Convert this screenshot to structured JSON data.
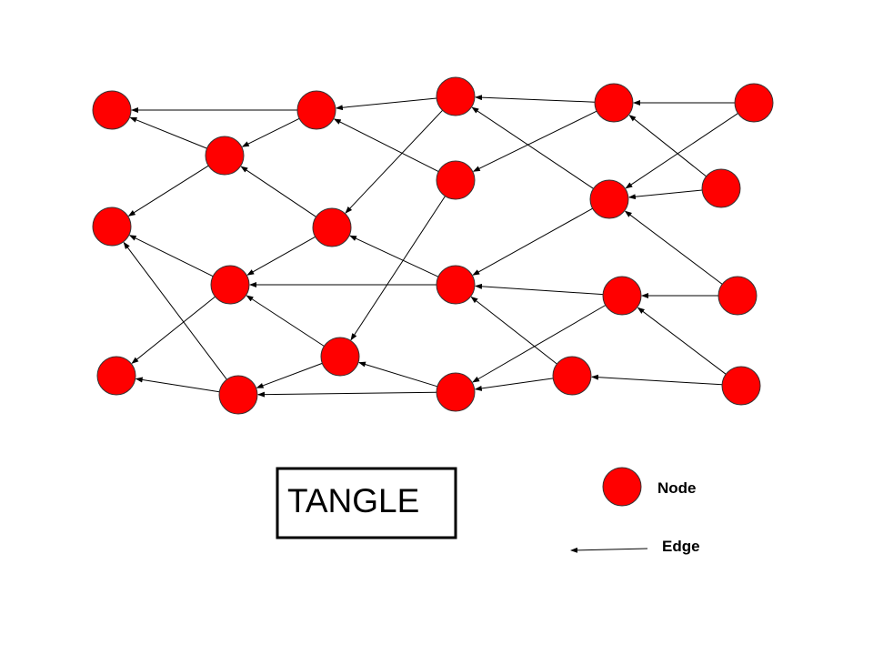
{
  "title": "TANGLE",
  "legend": {
    "node_label": "Node",
    "edge_label": "Edge"
  },
  "colors": {
    "node_fill": "#ff0000",
    "edge": "#000000"
  },
  "nodes": [
    "n1",
    "n2",
    "n3",
    "n4",
    "n5",
    "n6",
    "n7",
    "n8",
    "n9",
    "n10",
    "n11",
    "n12",
    "n13",
    "n14",
    "n15",
    "n16",
    "n17",
    "n18",
    "n19",
    "n20",
    "n21",
    "n22",
    "n23"
  ],
  "edges": [
    [
      "n2",
      "n1"
    ],
    [
      "n2",
      "n3"
    ],
    [
      "n3",
      "n1"
    ],
    [
      "n3",
      "n4"
    ],
    [
      "n5",
      "n2"
    ],
    [
      "n5",
      "n7"
    ],
    [
      "n6",
      "n3"
    ],
    [
      "n6",
      "n2"
    ],
    [
      "n7",
      "n4"
    ],
    [
      "n7",
      "n8"
    ],
    [
      "n8",
      "n6"
    ],
    [
      "n8",
      "n7"
    ],
    [
      "n9",
      "n5"
    ],
    [
      "n10",
      "n6"
    ],
    [
      "n11",
      "n7"
    ],
    [
      "n10",
      "n5"
    ],
    [
      "n5",
      "n16"
    ],
    [
      "n12",
      "n8"
    ],
    [
      "n14",
      "n8"
    ],
    [
      "n15",
      "n10"
    ],
    [
      "n15",
      "n12"
    ],
    [
      "n16",
      "n11"
    ],
    [
      "n16",
      "n17"
    ],
    [
      "n17",
      "n11"
    ],
    [
      "n17",
      "n9"
    ],
    [
      "n18",
      "n16"
    ],
    [
      "n19",
      "n14"
    ],
    [
      "n19",
      "n13"
    ],
    [
      "n20",
      "n12"
    ],
    [
      "n21",
      "n18"
    ],
    [
      "n21",
      "n17"
    ],
    [
      "n22",
      "n19"
    ],
    [
      "n22",
      "n21"
    ],
    [
      "n23",
      "n19"
    ],
    [
      "n23",
      "n20"
    ],
    [
      "n14",
      "n15"
    ]
  ]
}
